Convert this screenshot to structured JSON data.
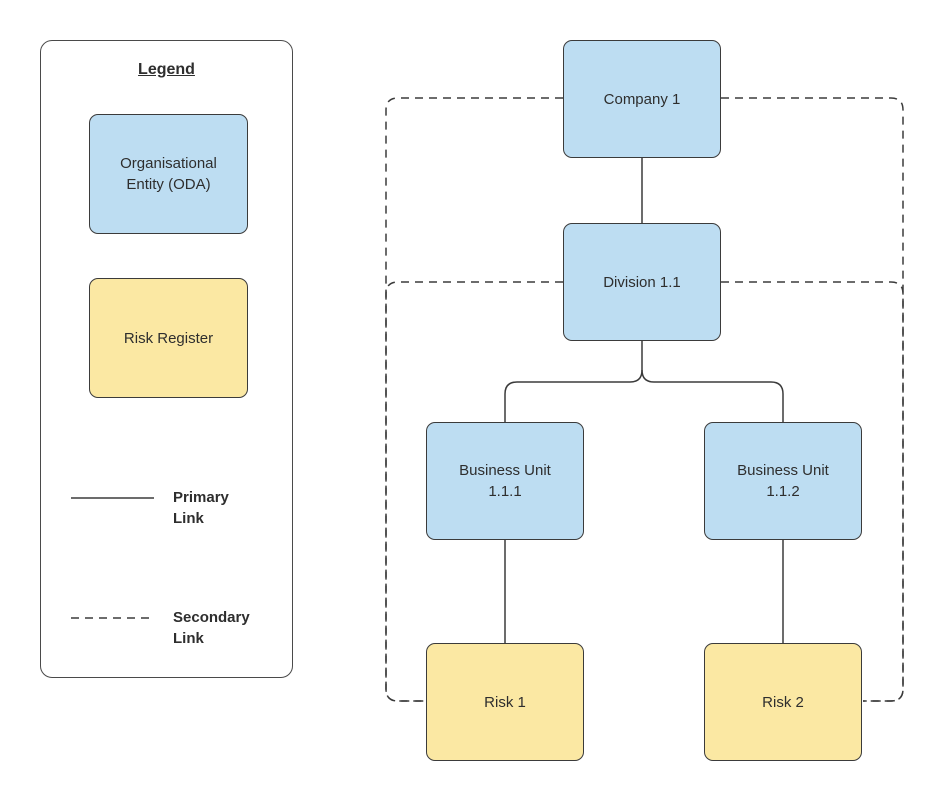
{
  "colors": {
    "organisational_entity_fill": "#bdddf2",
    "risk_register_fill": "#fbe8a3",
    "shape_border": "#3b3b3b",
    "link_line": "#3b3b3b",
    "text": "#2e2e2e",
    "background": "#ffffff"
  },
  "legend": {
    "title": "Legend",
    "entity_sample": {
      "label": "Organisational\nEntity (ODA)",
      "kind": "organisational-entity"
    },
    "risk_sample": {
      "label": "Risk Register",
      "kind": "risk-register"
    },
    "primary_link": {
      "label": "Primary\nLink",
      "style": "solid"
    },
    "secondary_link": {
      "label": "Secondary\nLink",
      "style": "dashed"
    }
  },
  "diagram": {
    "nodes": [
      {
        "id": "company-1",
        "label": "Company 1",
        "kind": "organisational-entity"
      },
      {
        "id": "division-1-1",
        "label": "Division 1.1",
        "kind": "organisational-entity"
      },
      {
        "id": "business-unit-1-1-1",
        "label": "Business Unit\n1.1.1",
        "kind": "organisational-entity"
      },
      {
        "id": "business-unit-1-1-2",
        "label": "Business Unit\n1.1.2",
        "kind": "organisational-entity"
      },
      {
        "id": "risk-1",
        "label": "Risk 1",
        "kind": "risk-register"
      },
      {
        "id": "risk-2",
        "label": "Risk 2",
        "kind": "risk-register"
      }
    ],
    "edges": [
      {
        "from": "Company 1",
        "to": "Division 1.1",
        "type": "primary"
      },
      {
        "from": "Division 1.1",
        "to": "Business Unit 1.1.1",
        "type": "primary"
      },
      {
        "from": "Division 1.1",
        "to": "Business Unit 1.1.2",
        "type": "primary"
      },
      {
        "from": "Business Unit 1.1.1",
        "to": "Risk 1",
        "type": "primary"
      },
      {
        "from": "Business Unit 1.1.2",
        "to": "Risk 2",
        "type": "primary"
      },
      {
        "from": "Company 1",
        "to": "Risk 1",
        "type": "secondary"
      },
      {
        "from": "Company 1",
        "to": "Risk 2",
        "type": "secondary"
      },
      {
        "from": "Division 1.1",
        "to": "Risk 1",
        "type": "secondary"
      },
      {
        "from": "Division 1.1",
        "to": "Risk 2",
        "type": "secondary"
      }
    ]
  }
}
